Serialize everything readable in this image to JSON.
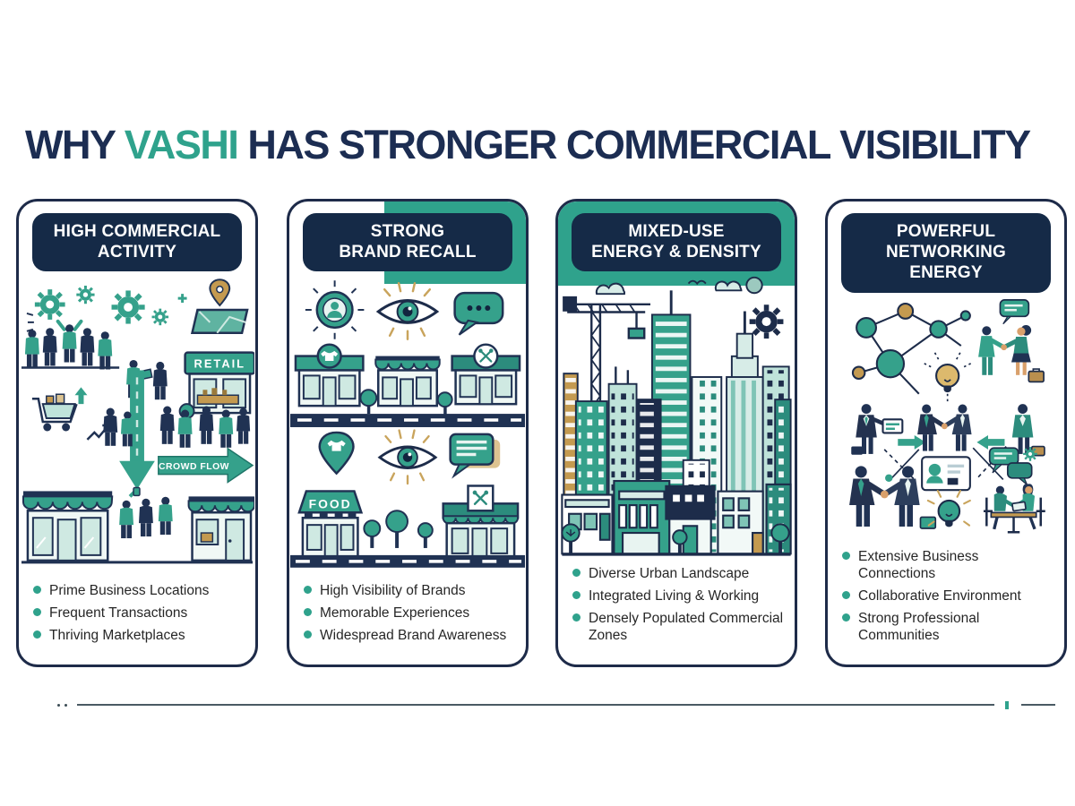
{
  "title": {
    "pre": "WHY ",
    "highlight": "VASHI",
    "post": " HAS STRONGER COMMERCIAL VISIBILITY"
  },
  "colors": {
    "navy": "#1c2d52",
    "teal": "#2fa28c",
    "gold": "#c49a50"
  },
  "cards": [
    {
      "header_lines": [
        "HIGH COMMERCIAL",
        "ACTIVITY"
      ],
      "labels": {
        "retail": "RETAIL",
        "crowd_flow": "CROWD FLOW"
      },
      "bullets": [
        "Prime Business Locations",
        "Frequent Transactions",
        "Thriving Marketplaces"
      ]
    },
    {
      "header_lines": [
        "STRONG",
        "BRAND RECALL"
      ],
      "labels": {
        "food": "FOOD"
      },
      "bullets": [
        "High Visibility of Brands",
        "Memorable Experiences",
        "Widespread Brand Awareness"
      ]
    },
    {
      "header_lines": [
        "MIXED-USE",
        "ENERGY & DENSITY"
      ],
      "bullets": [
        "Diverse Urban Landscape",
        "Integrated Living & Working",
        "Densely Populated Commercial Zones"
      ]
    },
    {
      "header_lines": [
        "POWERFUL",
        "NETWORKING",
        "ENERGY"
      ],
      "bullets": [
        "Extensive Business Connections",
        "Collaborative Environment",
        "Strong Professional Communities"
      ]
    }
  ]
}
